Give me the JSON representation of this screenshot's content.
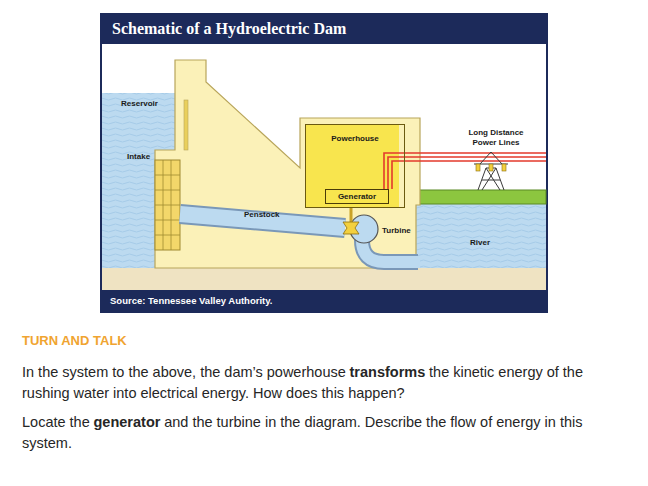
{
  "diagram": {
    "title": "Schematic of a Hydroelectric Dam",
    "caption": "Source: Tennessee Valley Authority.",
    "nodes": [
      {
        "text": [
          "Powerhouse"
        ]
      },
      {
        "text": [
          "Generator"
        ],
        "in": 0
      }
    ],
    "labels": [
      "Reservoir",
      "Intake",
      "Penstock",
      "Turbine",
      "River",
      "Long Distance Power Lines",
      "TURN AND TALK",
      "In the system to the above, the dam’s powerhouse",
      "transforms",
      "the kinetic energy of the rushing water into electrical energy. How does this happen?",
      "Locate the",
      "generator",
      "and the turbine in the diagram. Describe the flow of energy in this system."
    ]
  }
}
